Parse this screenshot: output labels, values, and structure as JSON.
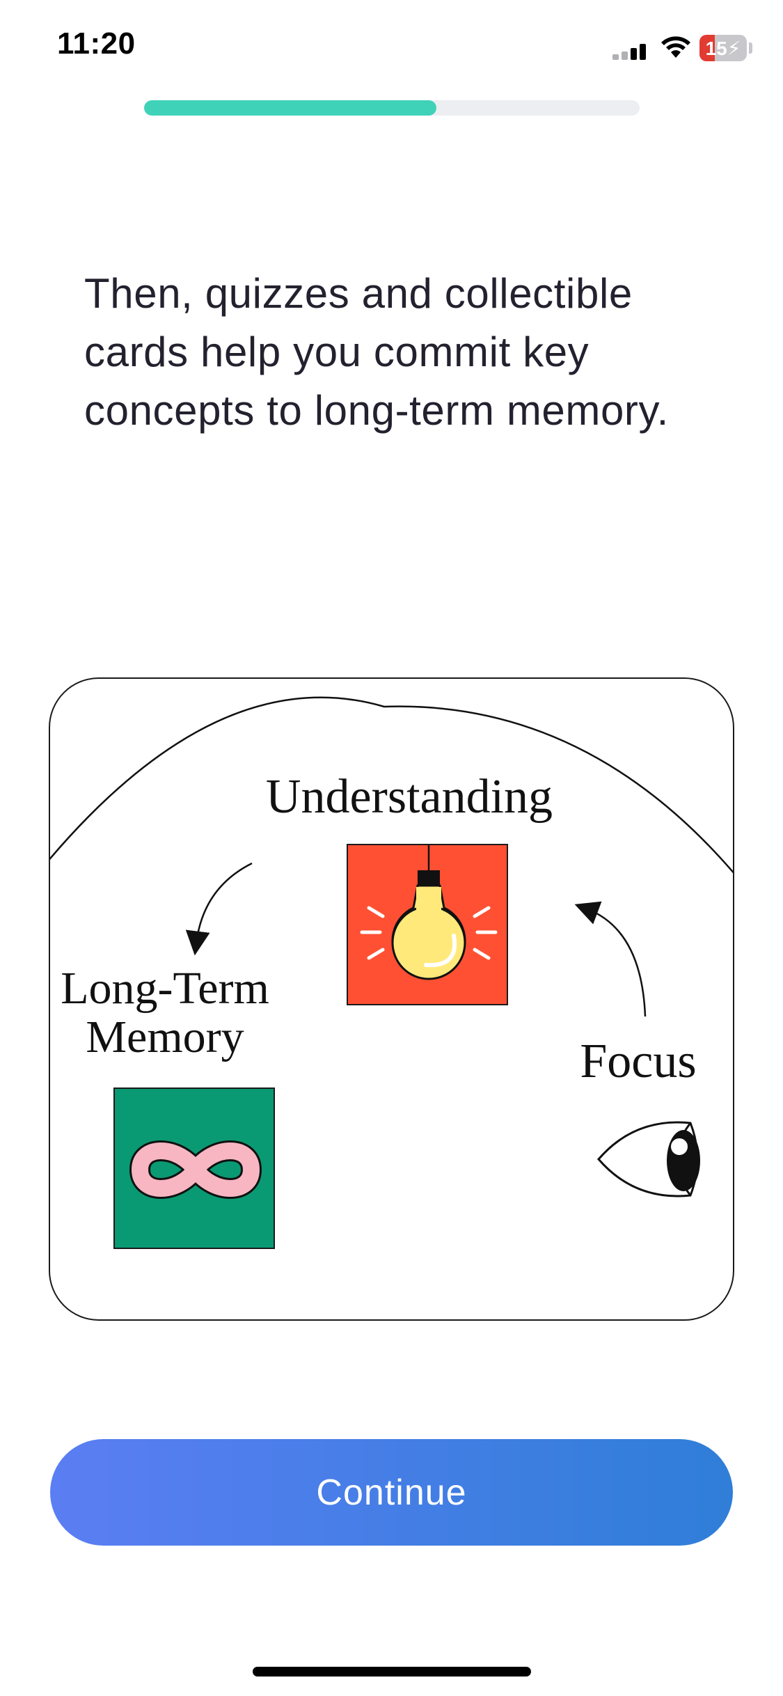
{
  "status_bar": {
    "time": "11:20",
    "battery_level": "15",
    "icons": [
      "cellular-signal-icon",
      "wifi-icon",
      "battery-charging-icon"
    ]
  },
  "progress": {
    "fraction": 0.59,
    "color": "#3fd2b9",
    "track_color": "#eceef1"
  },
  "headline": "Then, quizzes and collectible cards help you commit key concepts to long-term memory.",
  "illustration": {
    "labels": {
      "understanding": "Understanding",
      "long_term_line1": "Long-Term",
      "long_term_line2": "Memory",
      "focus": "Focus"
    },
    "icons": [
      "lightbulb-icon",
      "infinity-icon",
      "eye-icon"
    ],
    "colors": {
      "bulb_tile": "#ff5033",
      "infinity_tile": "#0a9a73",
      "bulb": "#ffe97a",
      "infinity": "#f7b6c2"
    }
  },
  "continue_button": {
    "label": "Continue",
    "gradient": [
      "#5b7ef3",
      "#2f7ed8"
    ]
  }
}
